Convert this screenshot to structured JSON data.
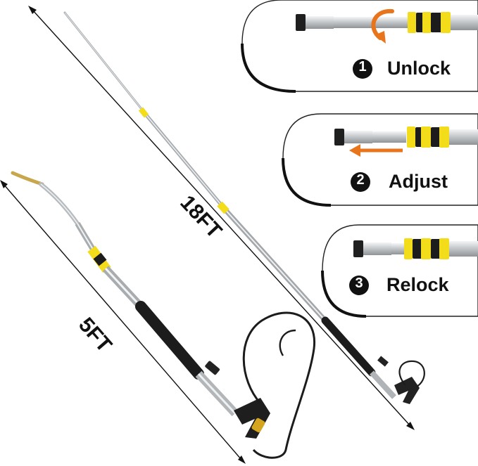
{
  "dimensions": {
    "long_pole": "18FT",
    "short_pole": "5FT"
  },
  "steps": [
    {
      "number": "1",
      "label": "Unlock"
    },
    {
      "number": "2",
      "label": "Adjust"
    },
    {
      "number": "3",
      "label": "Relock"
    }
  ],
  "colors": {
    "accent_yellow": "#f3dc1a",
    "arrow_orange": "#e8741c",
    "pole_silver": "#cfd2d4",
    "grip_black": "#1c1c1c",
    "text_dark": "#111111"
  },
  "icons": [
    "rotate-arrow-icon",
    "left-arrow-icon"
  ]
}
